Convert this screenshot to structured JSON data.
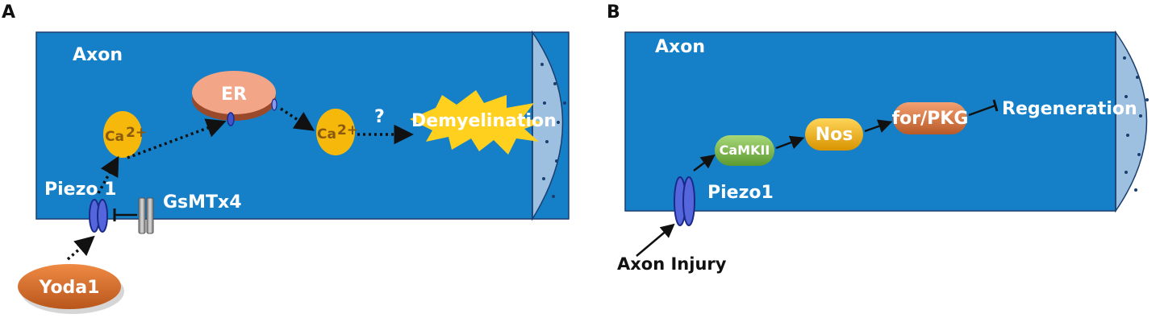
{
  "panel_a": {
    "letter": "A",
    "axon_label": "Axon",
    "er_label": "ER",
    "ca_label": "Ca",
    "ca_sup": "2+",
    "question_mark": "?",
    "demyelination_label": "Demyelination",
    "piezo_label": "Piezo 1",
    "gsmtx4_label": "GsMTx4",
    "yoda1_label": "Yoda1"
  },
  "panel_b": {
    "letter": "B",
    "axon_label": "Axon",
    "camkii_label": "CaMKII",
    "nos_label": "Nos",
    "pkg_label": "for/PKG",
    "regeneration_label": "Regeneration",
    "piezo_label": "Piezo1",
    "injury_label": "Axon Injury"
  },
  "colors": {
    "axon_fill": "#1580c8",
    "myelin_end": "#9ec0e0",
    "ca_fill": "#f7b80c",
    "er_top": "#f2a587",
    "er_side": "#9a4a2a",
    "burst": "#ffd01e",
    "yoda1": "#d9702c",
    "camkii": "#7fb84a",
    "nos": "#f0b020",
    "pkg": "#d9794a",
    "channel": "#2233aa"
  }
}
